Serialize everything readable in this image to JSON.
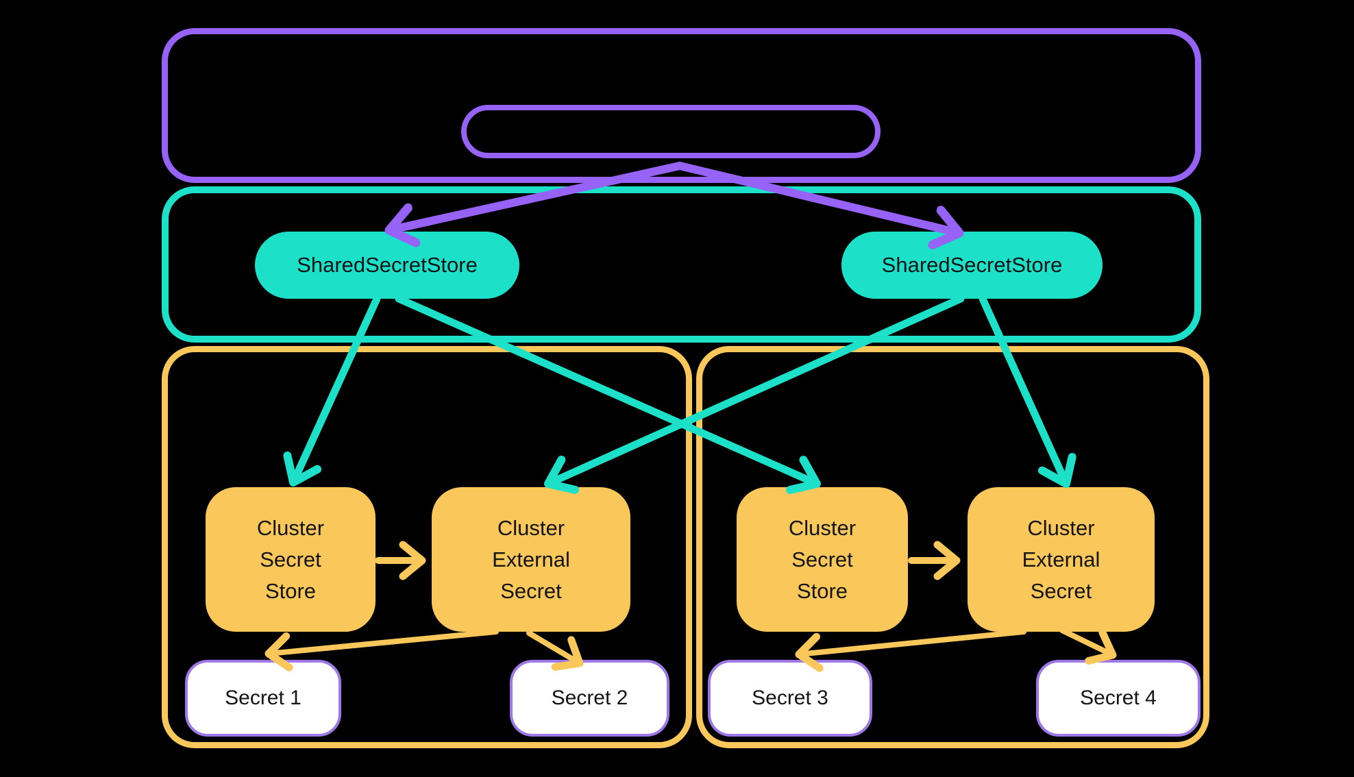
{
  "diagram": {
    "colors": {
      "background": "#000000",
      "purple": "#9762F6",
      "teal": "#1CE0C8",
      "yellow": "#FAC75B",
      "secret_border": "#9E78E6",
      "secret_fill": "#FFFFFF",
      "text_dark": "#141414"
    },
    "shared_secret_stores": [
      {
        "label": "SharedSecretStore"
      },
      {
        "label": "SharedSecretStore"
      }
    ],
    "clusters": [
      {
        "secret_store_lines": [
          "Cluster",
          "Secret",
          "Store"
        ],
        "external_secret_lines": [
          "Cluster",
          "External",
          "Secret"
        ],
        "secrets": [
          "Secret 1",
          "Secret 2"
        ]
      },
      {
        "secret_store_lines": [
          "Cluster",
          "Secret",
          "Store"
        ],
        "external_secret_lines": [
          "Cluster",
          "External",
          "Secret"
        ],
        "secrets": [
          "Secret 3",
          "Secret 4"
        ]
      }
    ]
  }
}
